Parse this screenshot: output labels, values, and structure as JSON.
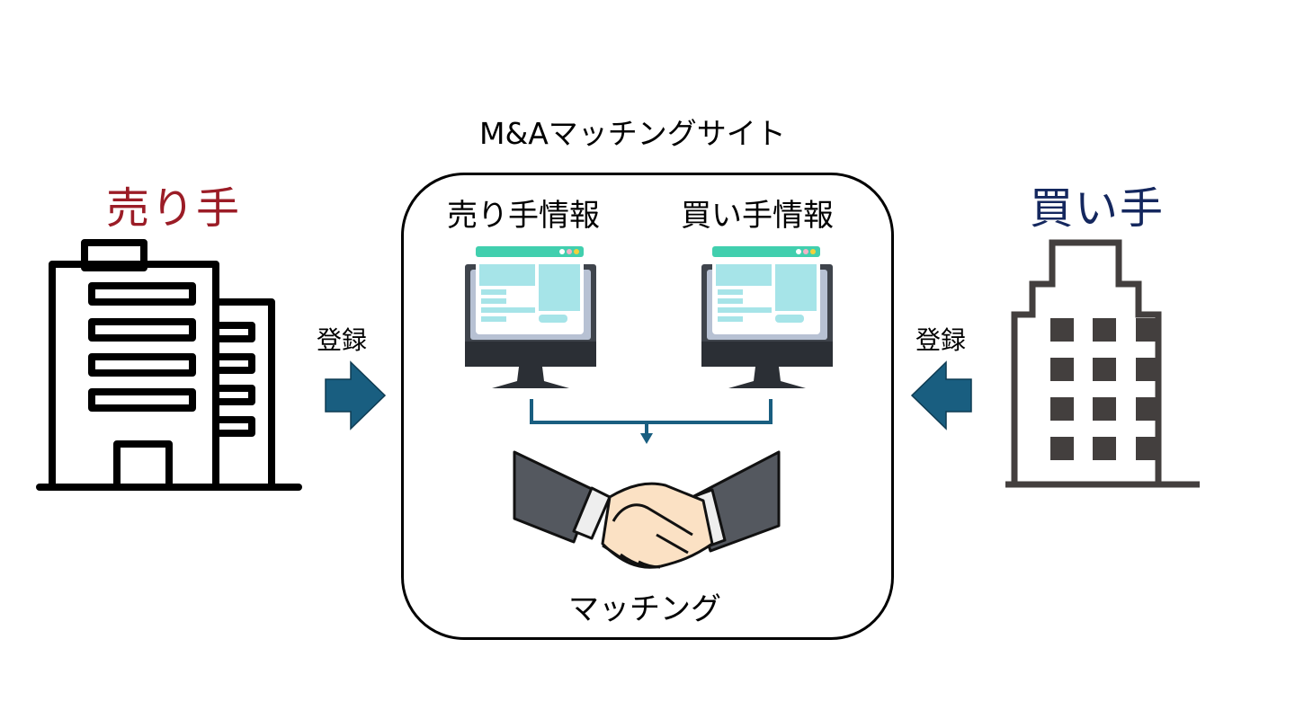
{
  "seller": {
    "title": "売り手",
    "color": "#9b1c26"
  },
  "buyer": {
    "title": "買い手",
    "color": "#14275e"
  },
  "site": {
    "title": "M&Aマッチングサイト",
    "seller_info_label": "売り手情報",
    "buyer_info_label": "買い手情報",
    "matching_label": "マッチング"
  },
  "arrows": {
    "left_label": "登録",
    "right_label": "登録",
    "color": "#195e80"
  },
  "icons": {
    "seller_building": "office-building-icon",
    "buyer_building": "office-tower-icon",
    "monitor": "computer-monitor-icon",
    "handshake": "handshake-icon"
  }
}
